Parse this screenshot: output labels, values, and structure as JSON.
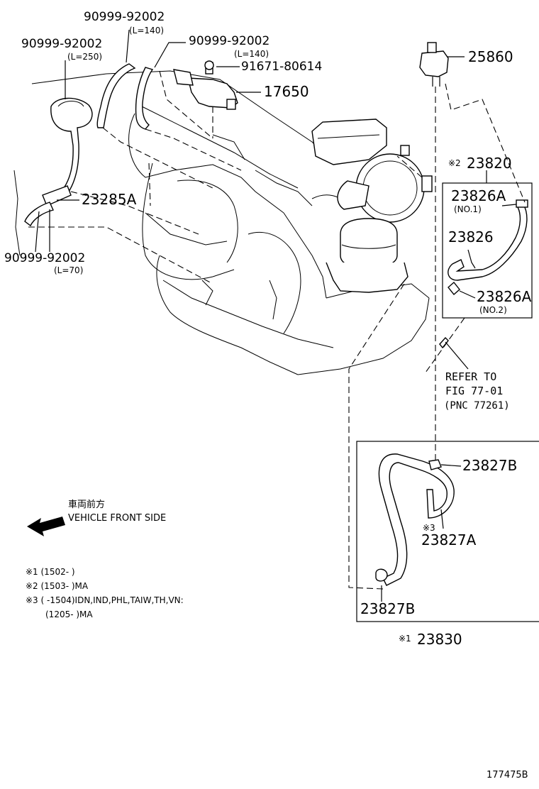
{
  "labels": {
    "p_top_center": "90999-92002",
    "p_top_center_len": "(L=140)",
    "p_left": "90999-92002",
    "p_left_len": "(L=250)",
    "p_mid": "90999-92002",
    "p_mid_len": "(L=140)",
    "p_bolt": "91671-80614",
    "p_bracket": "17650",
    "p_valve": "25860",
    "p_23285a": "23285A",
    "p_bottom_left": "90999-92002",
    "p_bottom_left_len": "(L=70)",
    "p_23820_mark": "※2",
    "p_23820": "23820",
    "p_23826a_1": "23826A",
    "p_23826a_1_no": "(NO.1)",
    "p_23826": "23826",
    "p_23826a_2": "23826A",
    "p_23826a_2_no": "(NO.2)",
    "refer_1": "REFER TO",
    "refer_2": "FIG 77-01",
    "refer_3": "(PNC 77261)",
    "p_23827b_top": "23827B",
    "p_23827a_mark": "※3",
    "p_23827a": "23827A",
    "p_23827b_bottom": "23827B",
    "p_23830_mark": "※1",
    "p_23830": "23830",
    "front_jp": "車両前方",
    "front_en": "VEHICLE FRONT SIDE",
    "note1": "※1 (1502-      )",
    "note2": "※2 (1503-      )MA",
    "note3": "※3 (      -1504)IDN,IND,PHL,TAIW,TH,VN:",
    "note4": "(1205-      )MA",
    "fig_id": "177475B"
  }
}
